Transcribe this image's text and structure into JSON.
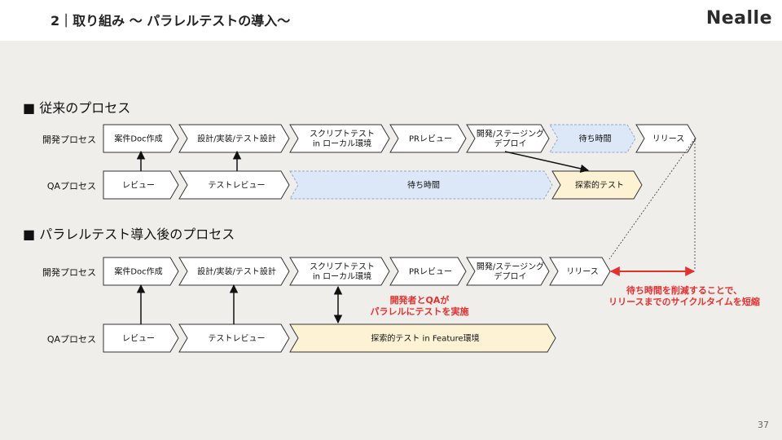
{
  "header": {
    "title": "2｜取り組み 〜 パラレルテストの導入〜",
    "logo": "Nealle"
  },
  "sections": {
    "old": {
      "title": "■ 従来のプロセス"
    },
    "new": {
      "title": "■ パラレルテスト導入後のプロセス"
    }
  },
  "labels": {
    "dev": "開発プロセス",
    "qa": "QAプロセス"
  },
  "old_dev": [
    "案件Doc作成",
    "設計/実装/テスト設計",
    "スクリプトテスト\nin ローカル環境",
    "PRレビュー",
    "開発/ステージング\nデプロイ",
    "待ち時間",
    "リリース"
  ],
  "old_qa": [
    "レビュー",
    "テストレビュー",
    "待ち時間",
    "探索的テスト"
  ],
  "new_dev": [
    "案件Doc作成",
    "設計/実装/テスト設計",
    "スクリプトテスト\nin ローカル環境",
    "PRレビュー",
    "開発/ステージング\nデプロイ",
    "リリース"
  ],
  "new_qa": [
    "レビュー",
    "テストレビュー",
    "探索的テスト in Feature環境"
  ],
  "notes": {
    "parallel": "開発者とQAが\nパラレルにテストを実施",
    "reduced": "待ち時間を削減することで、\nリリースまでのサイクルタイムを短縮"
  },
  "colors": {
    "wait_fill": "#dce8f7",
    "explore_fill": "#fdf2d3",
    "red": "#e53030"
  },
  "page": "37"
}
